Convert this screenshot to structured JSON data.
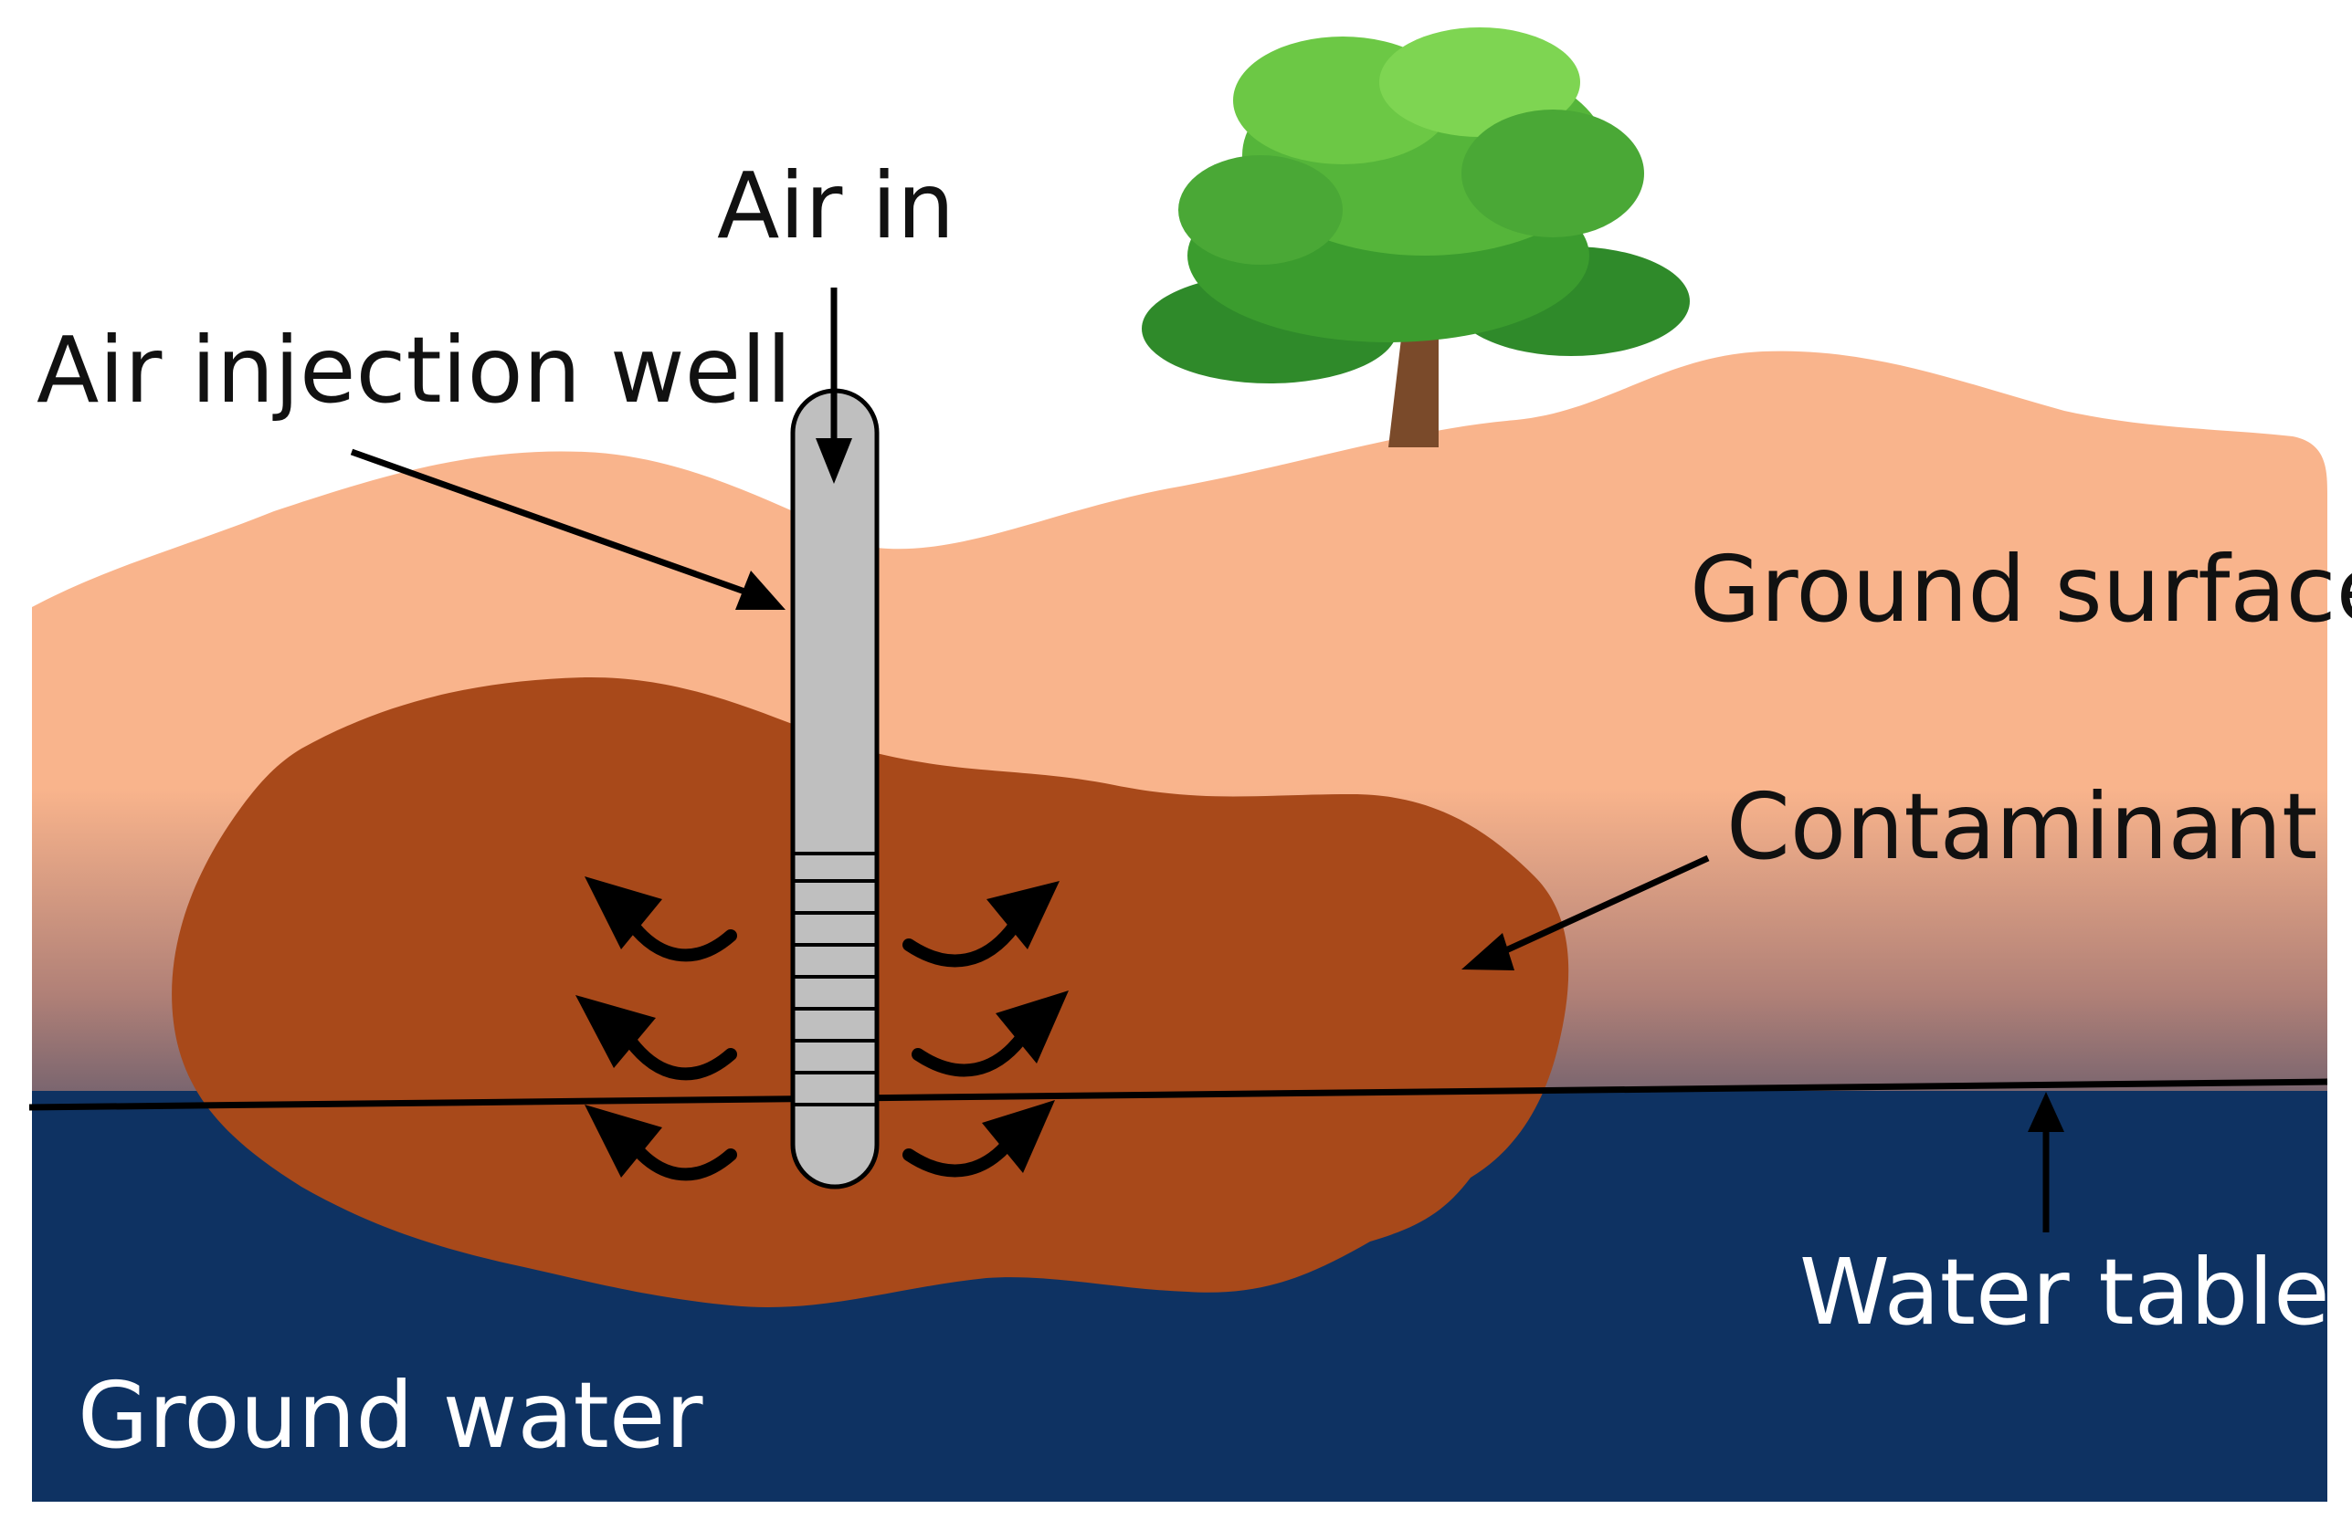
{
  "labels": {
    "air_in": "Air in",
    "air_injection_well": "Air injection well",
    "ground_surface": "Ground surface",
    "contaminant": "Contaminant",
    "water_table": "Water table",
    "ground_water": "Ground water"
  },
  "colors": {
    "soil": "#f9b48c",
    "groundwater": "#0e3262",
    "contaminant": "#a8491a",
    "well": "#bfbfbf",
    "tree_leaves": "#3e9e2c",
    "tree_trunk": "#7a4a2a",
    "line": "#000000"
  }
}
